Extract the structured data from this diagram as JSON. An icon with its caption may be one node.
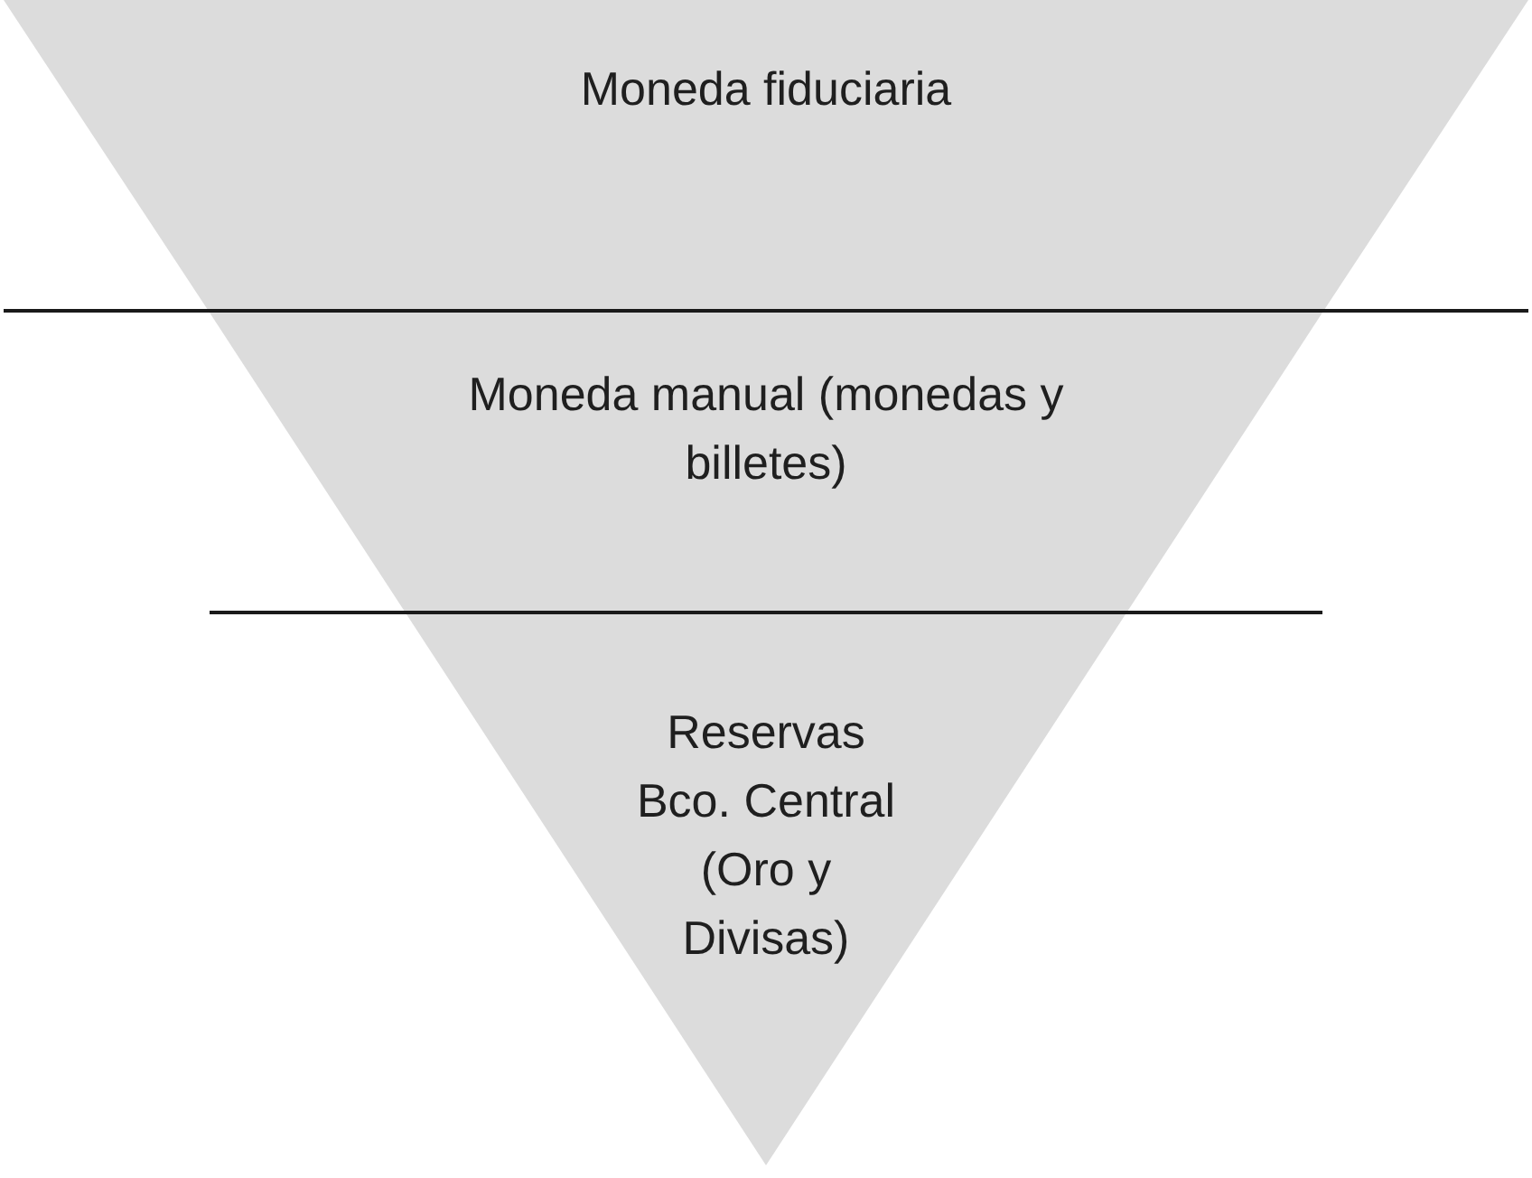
{
  "diagram": {
    "nodes": [
      {
        "text": [
          "Moneda fiduciaria"
        ]
      },
      {
        "text": [
          "Moneda manual (monedas y billetes)"
        ]
      },
      {
        "text": [
          "Reservas Bco. Central (Oro y Divisas)"
        ]
      }
    ]
  }
}
